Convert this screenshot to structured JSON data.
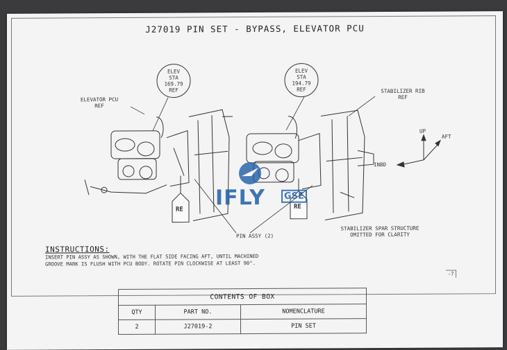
{
  "title": "J27019 PIN SET - BYPASS, ELEVATOR PCU",
  "callouts": {
    "elev_left": [
      "ELEV",
      "STA",
      "169.79",
      "REF"
    ],
    "elev_right": [
      "ELEV",
      "STA",
      "194.79",
      "REF"
    ],
    "elevator_pcu": [
      "ELEVATOR PCU",
      "REF"
    ],
    "stabilizer_rib": [
      "STABILIZER RIB",
      "REF"
    ],
    "pin_assy": "PIN ASSY (2)",
    "stabilizer_spar": [
      "STABILIZER SPAR STRUCTURE",
      "OMITTED FOR CLARITY"
    ],
    "tag_left": "RE",
    "tag_right": "RE"
  },
  "directions": {
    "up": "UP",
    "aft": "AFT",
    "inbd": "INBD"
  },
  "instructions": {
    "heading": "INSTRUCTIONS:",
    "line1": "INSERT PIN ASSY AS SHOWN, WITH THE FLAT SIDE FACING AFT, UNTIL MACHINED",
    "line2": "GROOVE MARK IS FLUSH WITH PCU BODY.  ROTATE PIN CLOCKWISE AT LEAST 90°."
  },
  "page_code": "-7",
  "contents_box": {
    "heading": "CONTENTS OF BOX",
    "headers": [
      "QTY",
      "PART NO.",
      "NOMENCLATURE"
    ],
    "row": [
      "2",
      "J27019-2",
      "PIN SET"
    ]
  },
  "watermark": {
    "word": "IFLY",
    "badge": "GSE",
    "color": "#1f5fa8"
  }
}
